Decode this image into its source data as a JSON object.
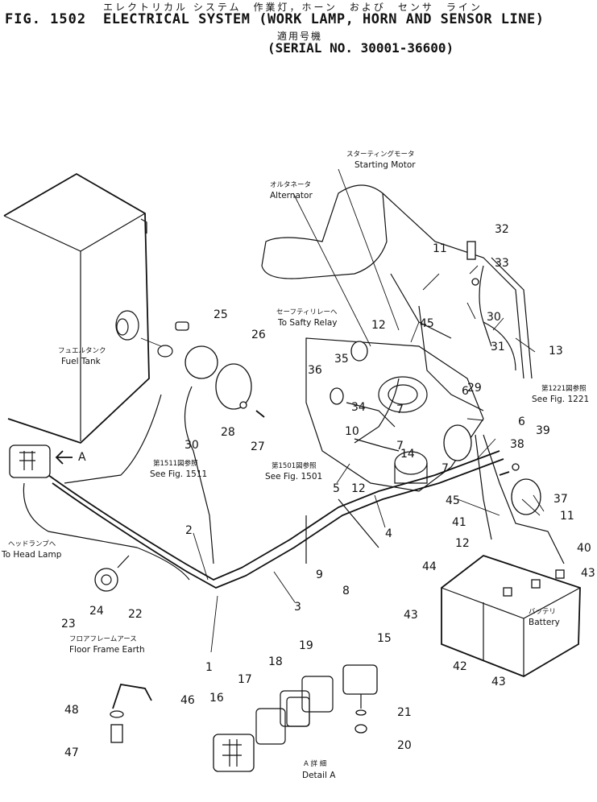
{
  "header": {
    "title_jp": "エレクトリカル システム　作業灯，ホーン　および　センサ　ライン",
    "fig_number": "FIG. 1502",
    "title_en": "ELECTRICAL SYSTEM (WORK LAMP, HORN AND SENSOR LINE)",
    "serial_jp": "適用号機",
    "serial": "(SERIAL NO. 30001-36600)"
  },
  "labels": {
    "starting_motor_jp": "スターティングモータ",
    "starting_motor": "Starting Motor",
    "alternator_jp": "オルタネータ",
    "alternator": "Alternator",
    "safety_relay_jp": "セーフティリレーへ",
    "safety_relay": "To Safty Relay",
    "fuel_tank_jp": "フュエルタンク",
    "fuel_tank": "Fuel Tank",
    "head_lamp_jp": "ヘッドランプへ",
    "head_lamp": "To Head Lamp",
    "floor_earth_jp": "フロアフレームアース",
    "floor_earth": "Floor Frame Earth",
    "battery_jp": "バッテリ",
    "battery": "Battery",
    "see1511_jp": "第1511図参照",
    "see1511": "See Fig. 1511",
    "see1501_jp": "第1501図参照",
    "see1501": "See Fig. 1501",
    "see1221_jp": "第1221図参照",
    "see1221": "See Fig. 1221",
    "detail_jp": "A 詳 細",
    "detail": "Detail A",
    "view_a": "A"
  },
  "callouts": {
    "c1": "1",
    "c2": "2",
    "c3": "3",
    "c4": "4",
    "c5": "5",
    "c6": "6",
    "c6b": "6",
    "c7a": "7",
    "c7b": "7",
    "c7c": "7",
    "c8": "8",
    "c9": "9",
    "c10": "10",
    "c11a": "11",
    "c11b": "11",
    "c12a": "12",
    "c12b": "12",
    "c12c": "12",
    "c13": "13",
    "c14": "14",
    "c15": "15",
    "c16": "16",
    "c17": "17",
    "c18": "18",
    "c19": "19",
    "c20": "20",
    "c21": "21",
    "c22": "22",
    "c23": "23",
    "c24": "24",
    "c25": "25",
    "c26": "26",
    "c27": "27",
    "c28": "28",
    "c29": "29",
    "c30a": "30",
    "c30b": "30",
    "c31": "31",
    "c32": "32",
    "c33": "33",
    "c34": "34",
    "c35": "35",
    "c36": "36",
    "c37": "37",
    "c38": "38",
    "c39": "39",
    "c40": "40",
    "c41": "41",
    "c42": "42",
    "c43a": "43",
    "c43b": "43",
    "c43c": "43",
    "c44": "44",
    "c45a": "45",
    "c45b": "45",
    "c46": "46",
    "c47": "47",
    "c48": "48"
  }
}
